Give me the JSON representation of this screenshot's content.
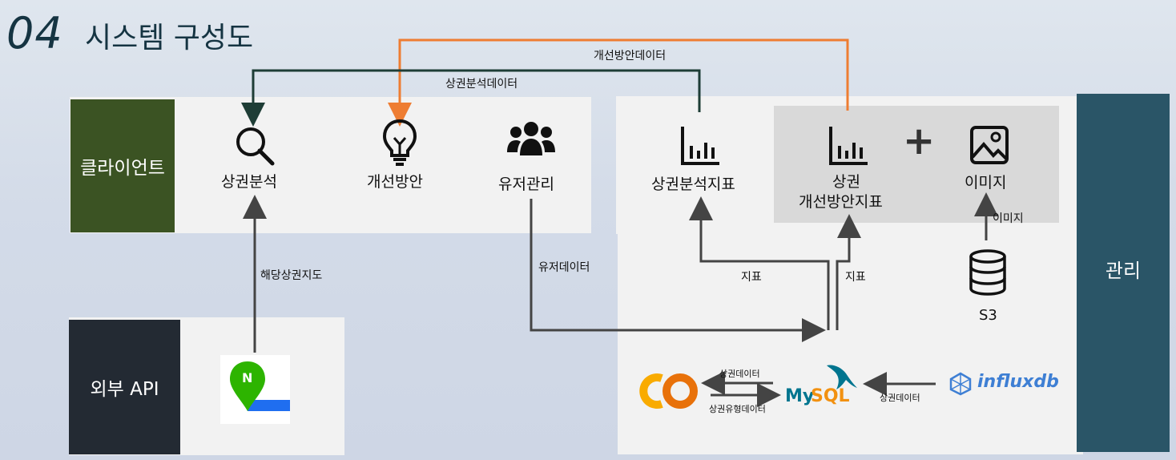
{
  "title": {
    "number": "04",
    "text": "시스템 구성도"
  },
  "sections": {
    "client": "클라이언트",
    "external_api": "외부 API",
    "admin": "관리"
  },
  "client_nodes": {
    "analysis": "상권분석",
    "improvement": "개선방안",
    "user_mgmt": "유저관리"
  },
  "admin_nodes": {
    "analysis_index": "상권분석지표",
    "improvement_index_line1": "상권",
    "improvement_index_line2": "개선방안지표",
    "image": "이미지",
    "s3": "S3",
    "plus": "+"
  },
  "edges": {
    "improvement_data": "개선방안데이터",
    "analysis_data": "상권분석데이터",
    "map_data": "해당상권지도",
    "user_data": "유저데이터",
    "index_left": "지표",
    "index_right": "지표",
    "image_edge": "이미지",
    "commercial_data_top": "상권데이터",
    "commercial_type_data": "상권유형데이터",
    "commercial_data_right": "상권데이터"
  },
  "logos": {
    "colab": "CO",
    "mysql_my": "My",
    "mysql_sql": "SQL",
    "influxdb": "influxdb",
    "naver_map_letter": "N"
  },
  "colors": {
    "client_block": "#3b5323",
    "api_block": "#232a33",
    "admin_block": "#2a5567",
    "orange_line": "#ee7d32",
    "dark_line": "#1e3d36",
    "gray_line": "#444444",
    "colab_orange": "#f9ab00",
    "mysql_blue": "#00758f",
    "influx_blue": "#3e7fd4",
    "naver_green": "#2db400",
    "naver_blue": "#1f6ef0"
  },
  "icons": [
    "search-icon",
    "lightbulb-icon",
    "users-icon",
    "bar-chart-icon",
    "image-icon",
    "database-icon",
    "plus-icon"
  ]
}
